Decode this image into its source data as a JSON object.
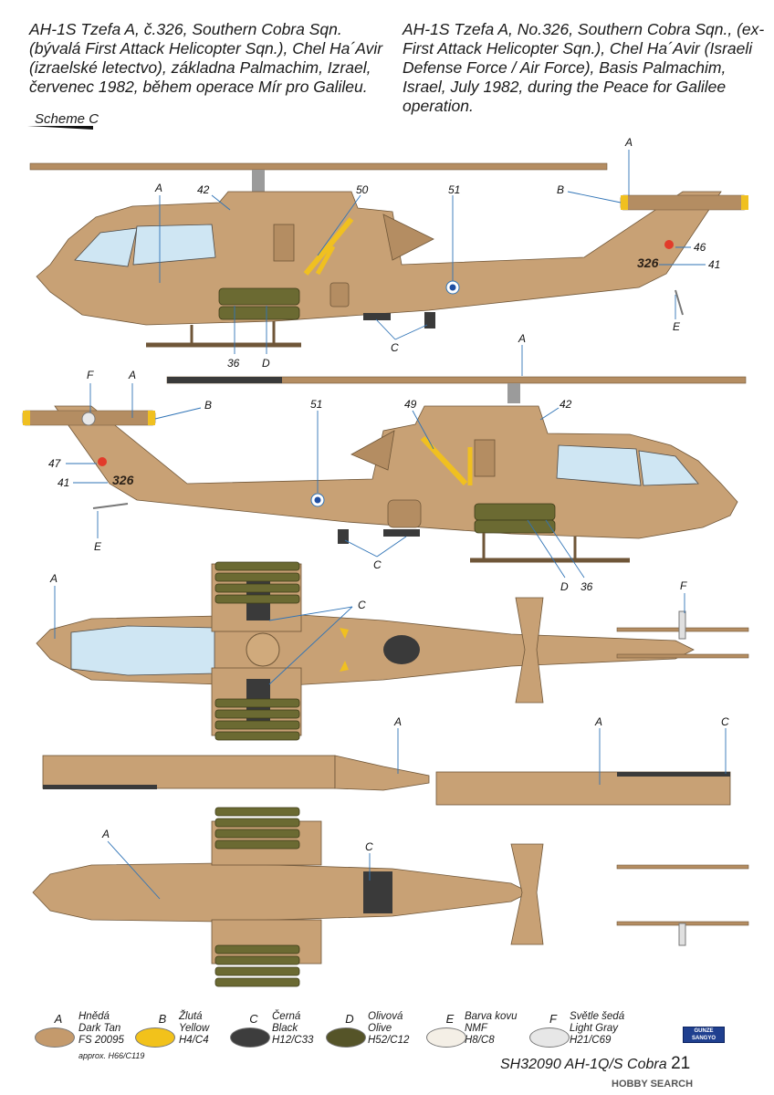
{
  "captions": {
    "cz": [
      "AH-1S Tzefa A, č.326, Southern Cobra Sqn.",
      "(bývalá First Attack Helicopter Sqn.), Chel Ha´Avir",
      "(izraelské letectvo), základna Palmachim, Izrael,",
      "červenec 1982, během operace Mír pro Galileu."
    ],
    "en": [
      "AH-1S Tzefa A, No.326, Southern Cobra Sqn., (ex-",
      "First Attack Helicopter Sqn.), Chel Ha´Avir (Israeli",
      "Defense Force / Air Force), Basis Palmachim,",
      "Israel, July 1982, during the Peace for Galilee",
      "operation."
    ]
  },
  "scheme_label": "Scheme C",
  "serial": "326",
  "serial_mirrored": "326",
  "callouts": {
    "side1": [
      "A",
      "42",
      "50",
      "51",
      "A",
      "B",
      "46",
      "41",
      "E",
      "C",
      "36",
      "D"
    ],
    "side2": [
      "A",
      "F",
      "A",
      "B",
      "51",
      "49",
      "42",
      "47",
      "41",
      "E",
      "C",
      "D",
      "36"
    ],
    "top": [
      "A",
      "C",
      "F"
    ],
    "front": [
      "A",
      "A",
      "C"
    ],
    "bottom": [
      "A",
      "C"
    ]
  },
  "legend": [
    {
      "letter": "A",
      "lines": [
        "Hnědá",
        "Dark Tan",
        "FS 20095"
      ],
      "note": "approx. H66/C119",
      "color": "#c49a6c"
    },
    {
      "letter": "B",
      "lines": [
        "Žlutá",
        "Yellow",
        "H4/C4"
      ],
      "color": "#f2c21b"
    },
    {
      "letter": "C",
      "lines": [
        "Černá",
        "Black",
        "H12/C33"
      ],
      "color": "#3d3d3d"
    },
    {
      "letter": "D",
      "lines": [
        "Olivová",
        "Olive",
        "H52/C12"
      ],
      "color": "#555428"
    },
    {
      "letter": "E",
      "lines": [
        "Barva kovu",
        "NMF",
        "H8/C8"
      ],
      "color": "#f4efe6"
    },
    {
      "letter": "F",
      "lines": [
        "Světle šedá",
        "Light Gray",
        "H21/C69"
      ],
      "color": "#e7e7e7"
    }
  ],
  "footer": {
    "title": "SH32090 AH-1Q/S Cobra",
    "page": "21"
  },
  "logo_text": "GUNZE SANGYO",
  "watermark": "HOBBY SEARCH"
}
